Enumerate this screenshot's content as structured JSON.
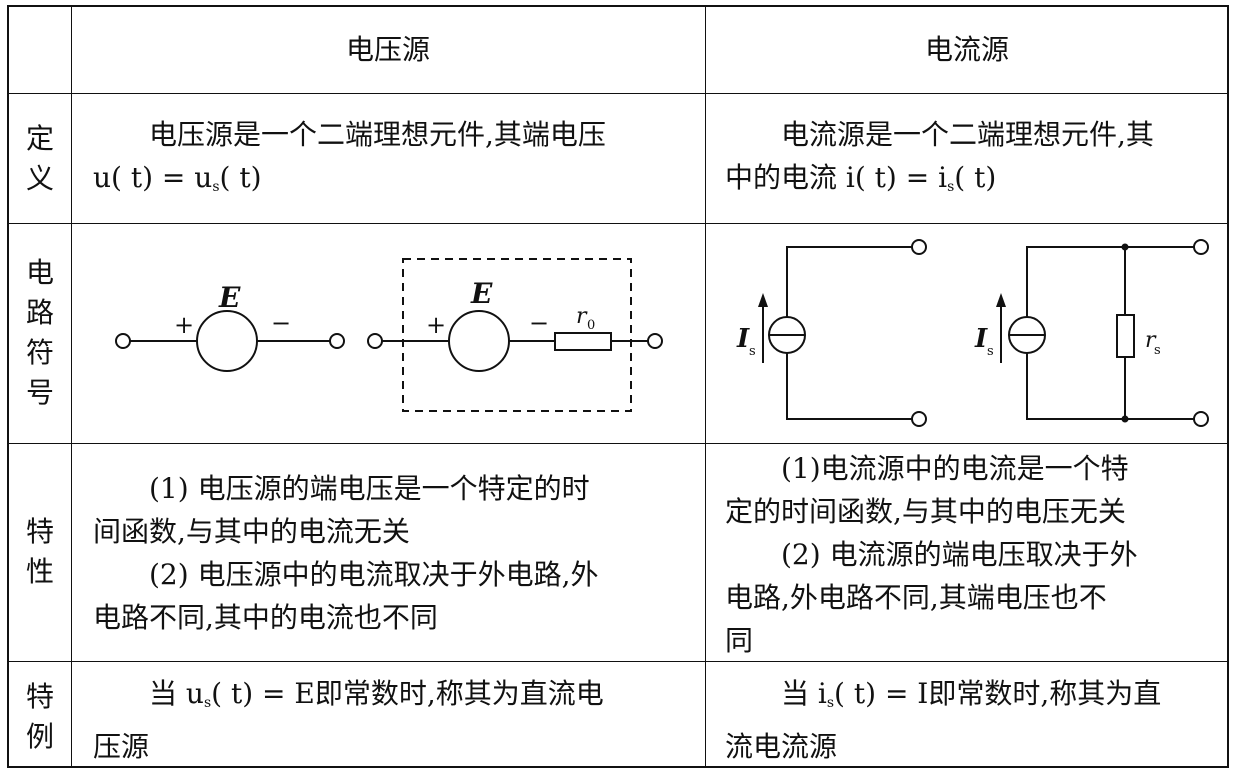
{
  "header": {
    "col1": "电压源",
    "col2": "电流源"
  },
  "rows": {
    "definition": {
      "label": [
        "定",
        "义"
      ],
      "voltage": {
        "line1": "电压源是一个二端理想元件,其端电压",
        "expr": "u( t) = u",
        "sub": "s",
        "tail": "( t)"
      },
      "current": {
        "line1": "电流源是一个二端理想元件,其",
        "pre": "中的电流  i( t) = i",
        "sub": "s",
        "tail": "( t)"
      }
    },
    "symbol": {
      "label": [
        "电",
        "路",
        "符",
        "号"
      ],
      "voltage_diagram": {
        "E1": "E",
        "E2": "E",
        "plus": "+",
        "minus": "−",
        "r": "r",
        "r_sub": "0"
      },
      "current_diagram": {
        "I": "I",
        "I_sub": "s",
        "r": "r",
        "r_sub": "s"
      }
    },
    "property": {
      "label": [
        "特",
        "性"
      ],
      "voltage": {
        "p1a": "(1) 电压源的端电压是一个特定的时",
        "p1b": "间函数,与其中的电流无关",
        "p2a": "(2) 电压源中的电流取决于外电路,外",
        "p2b": "电路不同,其中的电流也不同"
      },
      "current": {
        "p1a": "(1)电流源中的电流是一个特",
        "p1b": "定的时间函数,与其中的电压无关",
        "p2a": "(2) 电流源的端电压取决于外",
        "p2b": "电路,外电路不同,其端电压也不",
        "p2c": "同"
      }
    },
    "special": {
      "label": [
        "特",
        "例"
      ],
      "voltage": {
        "pre": "当  u",
        "sub": "s",
        "post": "( t) = E即常数时,称其为直流电",
        "line2": "压源"
      },
      "current": {
        "pre": "当  i",
        "sub": "s",
        "post": "( t) = I即常数时,称其为直",
        "line2": "流电流源"
      }
    }
  }
}
